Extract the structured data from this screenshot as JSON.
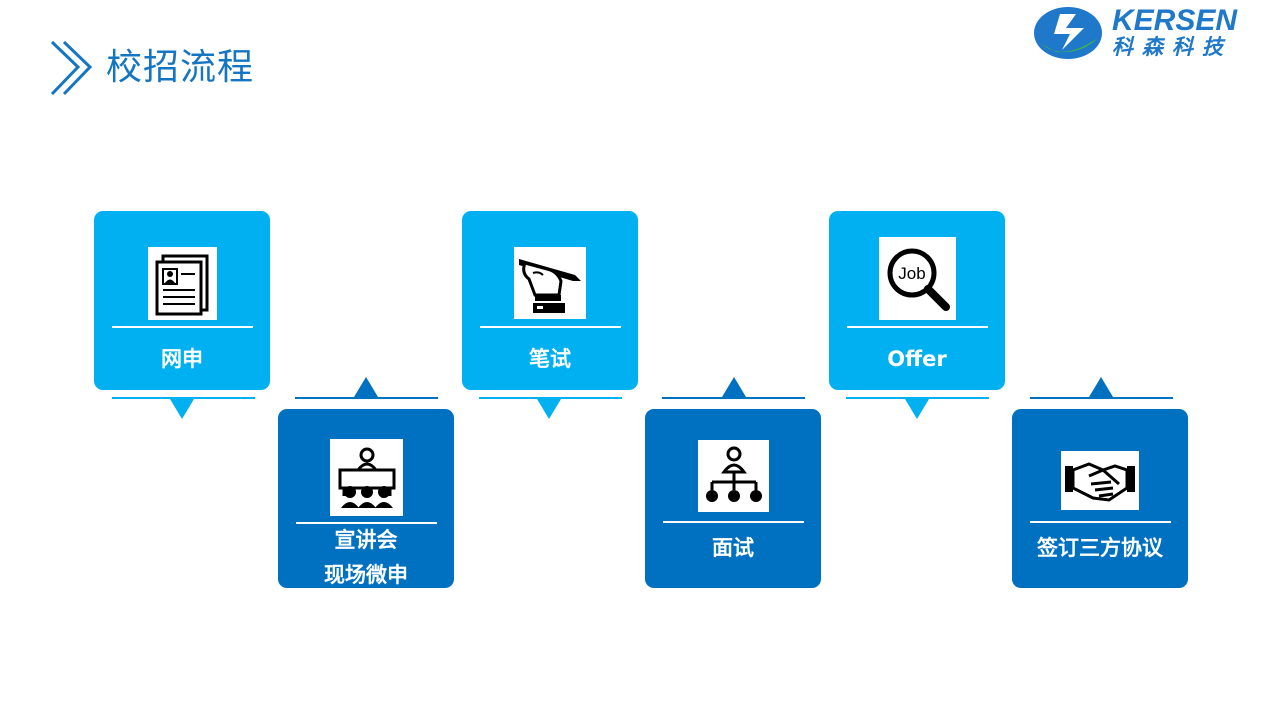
{
  "header": {
    "title": "校招流程",
    "title_color": "#1475c2"
  },
  "logo": {
    "name_en": "KERSEN",
    "name_cn": "科森科技",
    "brand_color": "#1f78c9",
    "accent_green": "#3cb54a"
  },
  "colors": {
    "top_card": "#00b0f0",
    "bottom_card": "#0070c0"
  },
  "steps": [
    {
      "label": "网申",
      "icon": "resume-icon"
    },
    {
      "label_line1": "宣讲会",
      "label_line2": "现场微申",
      "icon": "presentation-audience-icon"
    },
    {
      "label": "笔试",
      "icon": "hand-writing-icon"
    },
    {
      "label": "面试",
      "icon": "org-chart-icon"
    },
    {
      "label": "Offer",
      "icon": "job-search-icon"
    },
    {
      "label": "签订三方协议",
      "icon": "handshake-icon"
    }
  ]
}
